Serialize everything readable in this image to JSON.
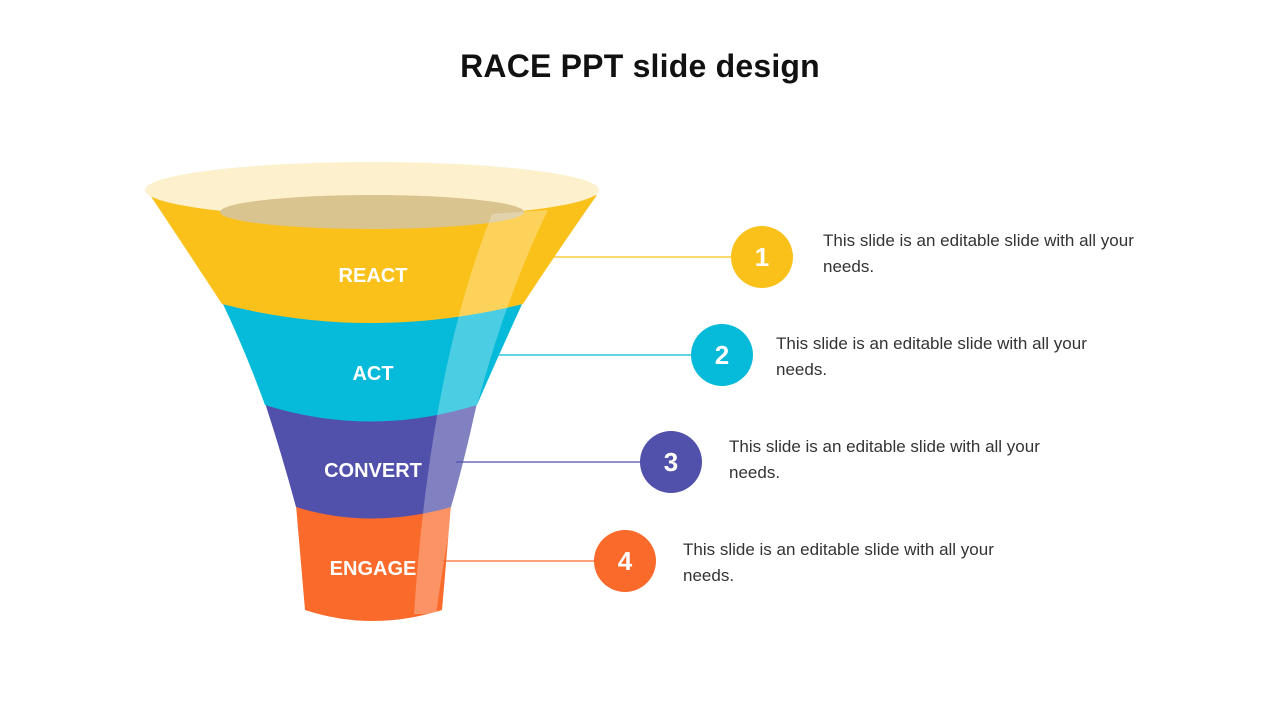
{
  "slide": {
    "title": "RACE PPT slide design"
  },
  "stages": [
    {
      "label": "REACT",
      "number": "1",
      "description": "This slide is an editable slide with all your needs.",
      "color": "#FBC11B"
    },
    {
      "label": "ACT",
      "number": "2",
      "description": "This slide is an editable slide with all your needs.",
      "color": "#06BAD9"
    },
    {
      "label": "CONVERT",
      "number": "3",
      "description": "This slide is an editable slide with all your needs.",
      "color": "#5150AA"
    },
    {
      "label": "ENGAGE",
      "number": "4",
      "description": "This slide is an editable slide with all your needs.",
      "color": "#FA6A2A"
    }
  ],
  "colors": {
    "funnel_rim": "#FDF1CD",
    "funnel_inner": "#D9C38E"
  }
}
